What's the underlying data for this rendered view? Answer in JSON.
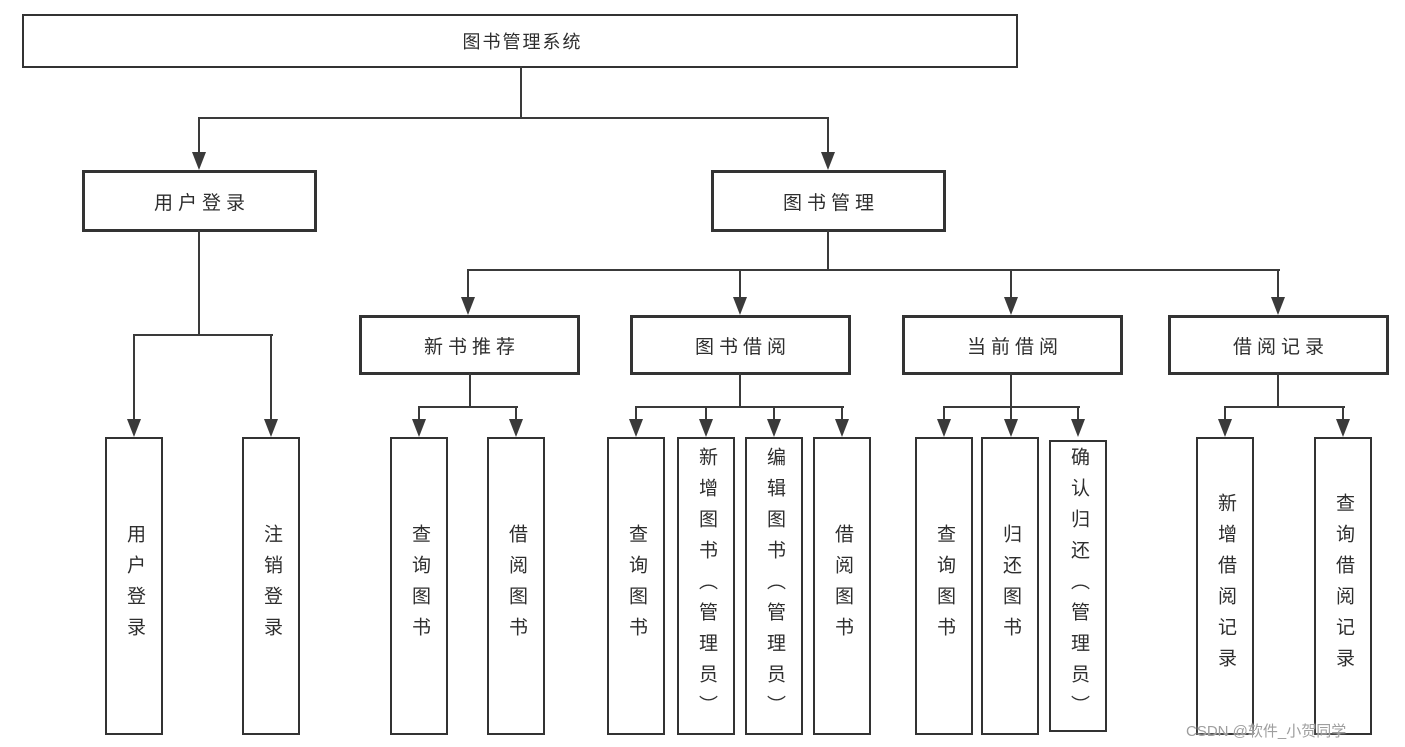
{
  "diagram_type": "hierarchy-tree",
  "colors": {
    "background": "#ffffff",
    "box_border": "#333333",
    "line": "#3a3a3a",
    "text": "#2e2e2e",
    "watermark": "#9e9e9e"
  },
  "tree": {
    "label": "图书管理系统",
    "children": [
      {
        "label": "用户登录",
        "children": [
          {
            "label": "用户登录"
          },
          {
            "label": "注销登录"
          }
        ]
      },
      {
        "label": "图书管理",
        "children": [
          {
            "label": "新书推荐",
            "children": [
              {
                "label": "查询图书"
              },
              {
                "label": "借阅图书"
              }
            ]
          },
          {
            "label": "图书借阅",
            "children": [
              {
                "label": "查询图书"
              },
              {
                "label": "新增图书（管理员）"
              },
              {
                "label": "编辑图书（管理员）"
              },
              {
                "label": "借阅图书"
              }
            ]
          },
          {
            "label": "当前借阅",
            "children": [
              {
                "label": "查询图书"
              },
              {
                "label": "归还图书"
              },
              {
                "label": "确认归还（管理员）"
              }
            ]
          },
          {
            "label": "借阅记录",
            "children": [
              {
                "label": "新增借阅记录"
              },
              {
                "label": "查询借阅记录"
              }
            ]
          }
        ]
      }
    ]
  },
  "watermark": "CSDN @软件_小贺同学"
}
